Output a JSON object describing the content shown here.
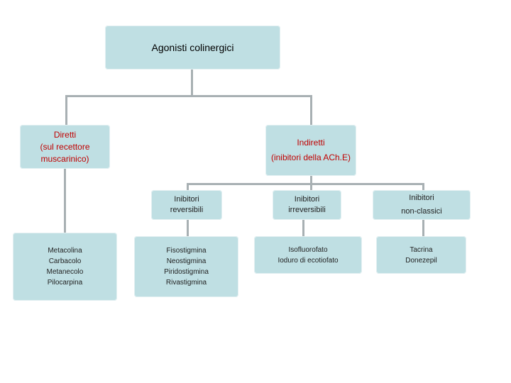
{
  "diagram": {
    "root": {
      "label": "Agonisti colinergici"
    },
    "direct": {
      "lines": [
        "Diretti",
        "(sul recettore",
        "muscarinico)"
      ],
      "drugs": [
        "Metacolina",
        "Carbacolo",
        "Metanecolo",
        "Pilocarpina"
      ]
    },
    "indirect": {
      "lines": [
        "Indiretti",
        "(inibitori della ACh.E)"
      ]
    },
    "reversible": {
      "lines": [
        "Inibitori",
        "reversibili"
      ],
      "drugs": [
        "Fisostigmina",
        "Neostigmina",
        "Piridostigmina",
        "Rivastigmina"
      ]
    },
    "irreversible": {
      "lines": [
        "Inibitori",
        "irreversibili"
      ],
      "drugs": [
        "Isofluorofato",
        "Ioduro di ecotiofato"
      ]
    },
    "nonclassic": {
      "lines": [
        "Inibitori",
        "non-classici"
      ],
      "drugs": [
        "Tacrina",
        "Donezepil"
      ]
    },
    "colors": {
      "box": "#bfdfe3",
      "connector": "#a8b0b3",
      "category_text": "#c00000"
    }
  }
}
